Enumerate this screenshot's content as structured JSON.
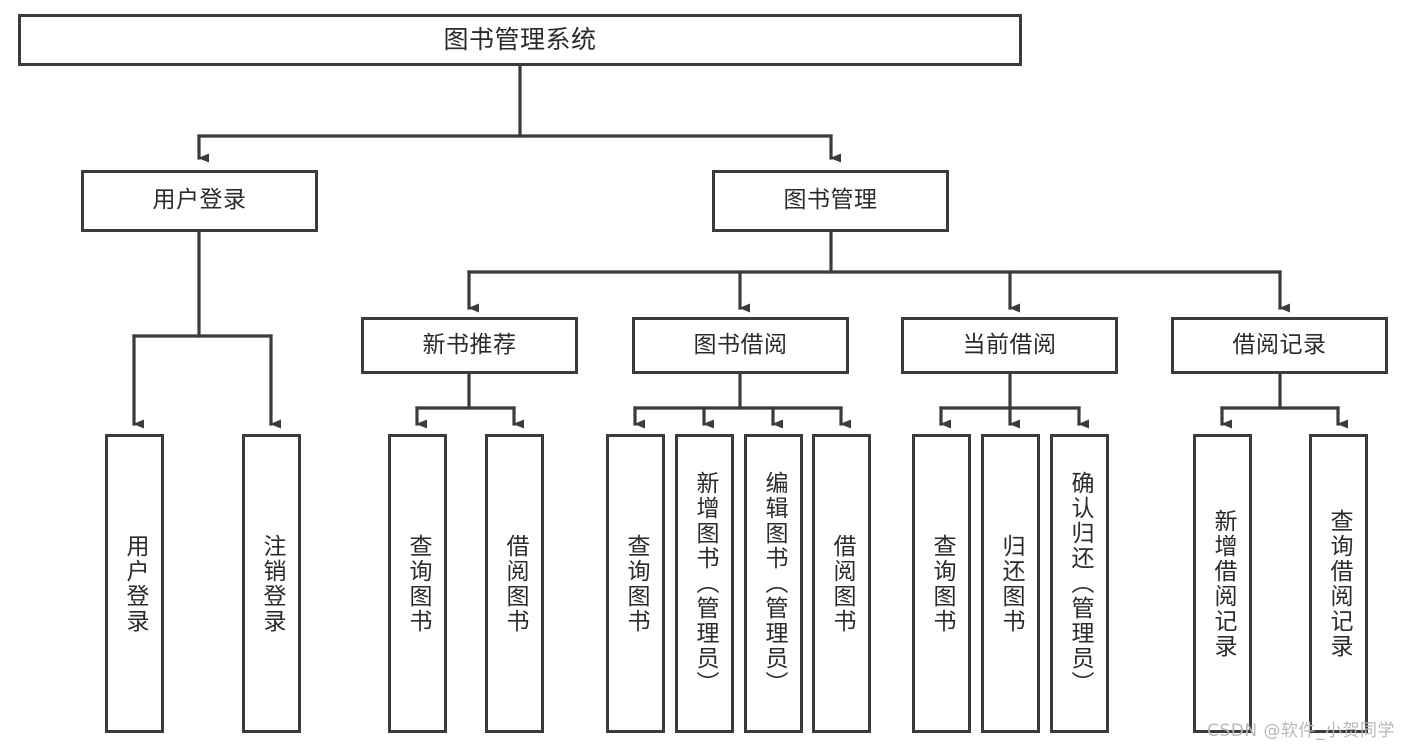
{
  "diagram": {
    "title": "图书管理系统",
    "type": "tree-hierarchy-chart",
    "orientation": "top-down",
    "line_color": "#3b3b3b",
    "box_fill": "#ffffff",
    "text_color": "#2b2b2b"
  },
  "nodes": {
    "root": {
      "label": "图书管理系统"
    },
    "level2": [
      {
        "label": "用户登录"
      },
      {
        "label": "图书管理"
      }
    ],
    "level3": [
      {
        "label": "新书推荐"
      },
      {
        "label": "图书借阅"
      },
      {
        "label": "当前借阅"
      },
      {
        "label": "借阅记录"
      }
    ],
    "leaves": {
      "user_login": [
        {
          "label": "用户登录"
        },
        {
          "label": "注销登录"
        }
      ],
      "new_book_recommend": [
        {
          "label": "查询图书"
        },
        {
          "label": "借阅图书"
        }
      ],
      "book_borrow": [
        {
          "label": "查询图书"
        },
        {
          "label": "新增图书（管理员）"
        },
        {
          "label": "编辑图书（管理员）"
        },
        {
          "label": "借阅图书"
        }
      ],
      "current_borrow": [
        {
          "label": "查询图书"
        },
        {
          "label": "归还图书"
        },
        {
          "label": "确认归还（管理员）"
        }
      ],
      "borrow_record": [
        {
          "label": "新增借阅记录"
        },
        {
          "label": "查询借阅记录"
        }
      ]
    }
  },
  "watermark": {
    "text": "CSDN @软件_小贺同学"
  }
}
